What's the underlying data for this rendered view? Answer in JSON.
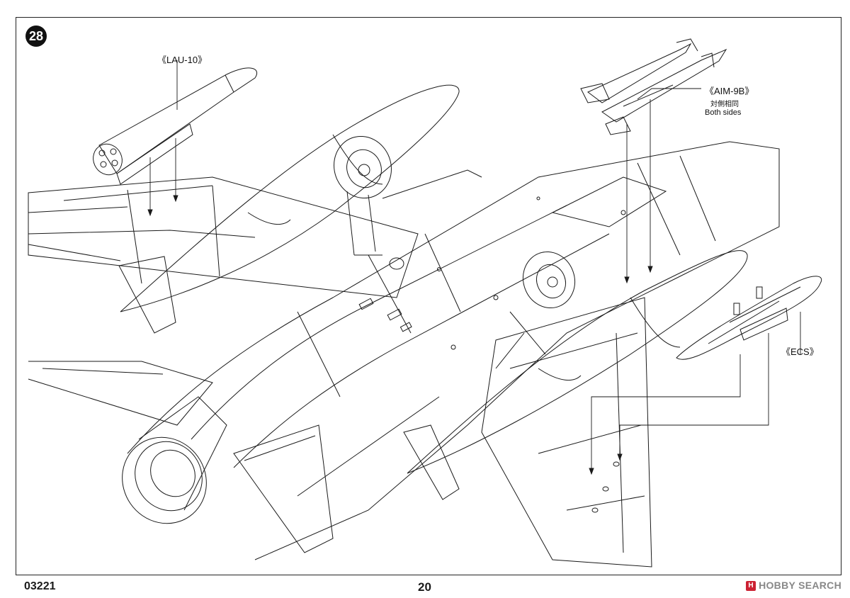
{
  "step": {
    "number": "28"
  },
  "callouts": {
    "lau10": "《LAU-10》",
    "aim9b": "《AIM-9B》",
    "aim9b_note_cn": "対側相同",
    "aim9b_note_en": "Both sides",
    "ecs": "《ECS》"
  },
  "footer": {
    "code": "03221",
    "page": "20",
    "watermark": "HOBBY SEARCH"
  },
  "colors": {
    "ink": "#1a1a1a",
    "paper": "#ffffff",
    "watermark": "#888888"
  }
}
